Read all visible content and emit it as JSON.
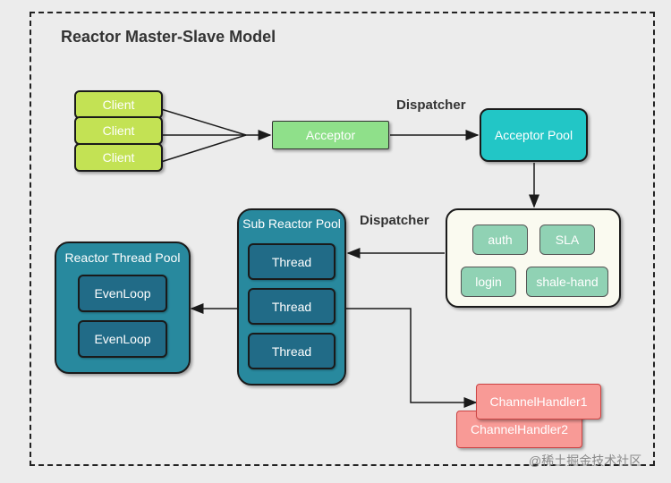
{
  "title": "Reactor Master-Slave Model",
  "clients": [
    "Client",
    "Client",
    "Client"
  ],
  "acceptor": "Acceptor",
  "acceptor_pool": "Acceptor Pool",
  "dispatcher_top": "Dispatcher",
  "dispatcher_mid": "Dispatcher",
  "handlers": {
    "auth": "auth",
    "sla": "SLA",
    "login": "login",
    "shake": "shale-hand"
  },
  "sub_reactor_pool": {
    "label": "Sub Reactor Pool",
    "threads": [
      "Thread",
      "Thread",
      "Thread"
    ]
  },
  "reactor_thread_pool": {
    "label": "Reactor Thread Pool",
    "loops": [
      "EvenLoop",
      "EvenLoop"
    ]
  },
  "channel_handlers": [
    "ChannelHandler1",
    "ChannelHandler2"
  ],
  "watermark": "@稀土掘金技术社区",
  "colors": {
    "client": "#c3e254",
    "acceptor": "#8fe08a",
    "acceptor_pool": "#22c6c6",
    "handler_tag": "#90d2b4",
    "pool": "#28899e",
    "thread": "#216b87",
    "channel_handler": "#f89a96"
  }
}
